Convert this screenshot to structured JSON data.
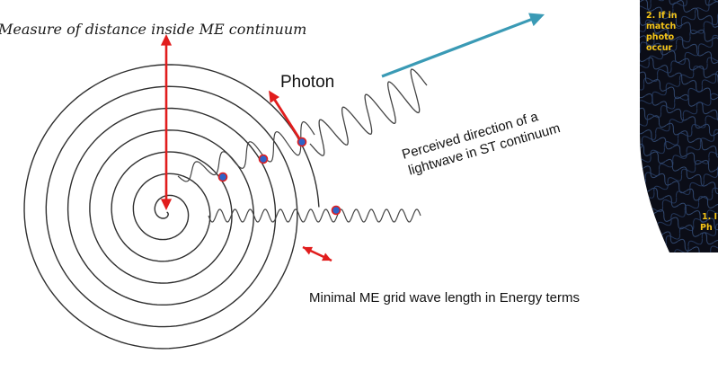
{
  "title": "Measure of distance inside ME continuum",
  "photon_label": "Photon",
  "direction_label_line1": "Perceived direction of a",
  "direction_label_line2": "lightwave in ST continuum",
  "minimal_label": "Minimal ME grid wave length  in Energy terms",
  "panel": {
    "lines_top": [
      "2. If in",
      "match",
      "photo",
      "occur"
    ],
    "lines_bottom": [
      "1. I",
      "Ph"
    ]
  },
  "colors": {
    "arrow_red": "#e11d1d",
    "arrow_teal": "#3a9ab5",
    "spiral": "#2f2f2f",
    "wave": "#444444",
    "dot_fill": "#2e62c8",
    "dot_ring": "#e11d1d",
    "panel_bg": "#0b0d17",
    "panel_text": "#f5c518"
  }
}
